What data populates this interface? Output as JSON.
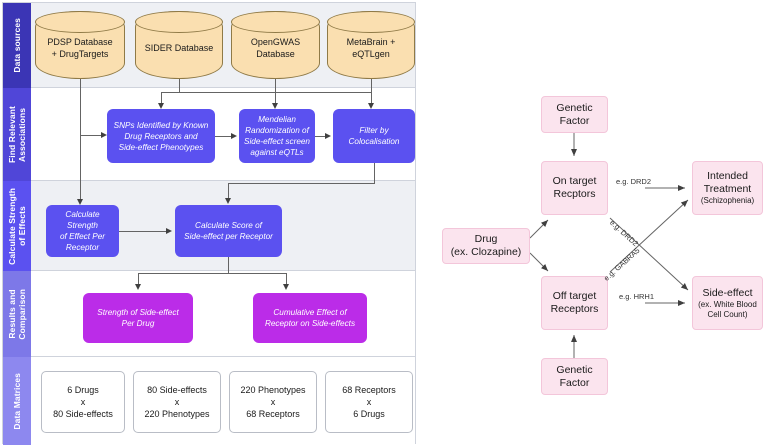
{
  "left_panel": {
    "bands": [
      {
        "id": "data-sources",
        "label": "Data sources"
      },
      {
        "id": "find-relevant",
        "label": "Find Relevant\nAssociations"
      },
      {
        "id": "calculate-strength",
        "label": "Calculate Strength\nof Effects"
      },
      {
        "id": "results",
        "label": "Results and\nComparison"
      },
      {
        "id": "data-matrices",
        "label": "Data Matrices"
      }
    ],
    "data_sources": [
      {
        "id": "pdsp",
        "label": "PDSP Database\n+ DrugTargets"
      },
      {
        "id": "sider",
        "label": "SIDER Database"
      },
      {
        "id": "opengwas",
        "label": "OpenGWAS\nDatabase"
      },
      {
        "id": "metabrain",
        "label": "MetaBrain +\neQTLgen"
      }
    ],
    "associations": [
      {
        "id": "snps",
        "label": "SNPs Identified by Known\nDrug Receptors and\nSide-effect Phenotypes"
      },
      {
        "id": "mendelian",
        "label": "Mendelian\nRandomization of\nSide-effect screen\nagainst eQTLs"
      },
      {
        "id": "coloc",
        "label": "Filter by\nColocalisation"
      }
    ],
    "strength": [
      {
        "id": "effect-per-receptor",
        "label": "Calculate Strength\nof Effect Per\nReceptor"
      },
      {
        "id": "score-per-receptor",
        "label": "Calculate Score of\nSide-effect per Receptor"
      }
    ],
    "results": [
      {
        "id": "strength-per-drug",
        "label": "Strength of Side-effect\nPer Drug"
      },
      {
        "id": "cumulative-effect",
        "label": "Cumulative Effect of\nReceptor on Side-effects"
      }
    ],
    "matrices": [
      {
        "id": "m1",
        "label": "6 Drugs\nx\n80 Side-effects"
      },
      {
        "id": "m2",
        "label": "80 Side-effects\nx\n220 Phenotypes"
      },
      {
        "id": "m3",
        "label": "220 Phenotypes\nx\n68 Receptors"
      },
      {
        "id": "m4",
        "label": "68 Receptors\nx\n6 Drugs"
      }
    ]
  },
  "right_diagram": {
    "nodes": [
      {
        "id": "genetic-factor-top",
        "title": "Genetic\nFactor",
        "subtitle": ""
      },
      {
        "id": "on-target-receptors",
        "title": "On target\nRecptors",
        "subtitle": ""
      },
      {
        "id": "intended-treatment",
        "title": "Intended\nTreatment",
        "subtitle": "(Schizophenia)"
      },
      {
        "id": "drug",
        "title": "Drug",
        "subtitle": "(ex. Clozapine)"
      },
      {
        "id": "off-target-receptors",
        "title": "Off target\nReceptors",
        "subtitle": ""
      },
      {
        "id": "side-effect",
        "title": "Side-effect",
        "subtitle": "(ex. White Blood\nCell Count)"
      },
      {
        "id": "genetic-factor-bottom",
        "title": "Genetic\nFactor",
        "subtitle": ""
      }
    ],
    "edge_labels": [
      {
        "id": "on-to-intended",
        "label": "e.g. DRD2"
      },
      {
        "id": "on-to-sideeffect",
        "label": "e.g. DRD2"
      },
      {
        "id": "off-to-intended",
        "label": "e.g. GABRA5"
      },
      {
        "id": "off-to-sideeffect",
        "label": "e.g. HRH1"
      }
    ]
  },
  "colors": {
    "band_1": "#3b35b5",
    "band_2": "#5046d8",
    "band_3": "#5b51f0",
    "band_4": "#7d78e8",
    "band_5": "#8d88ef",
    "cylinder_fill": "#fadfb0",
    "process_blue": "#5b51f0",
    "process_magenta": "#bb2ce8",
    "pink_fill": "#fbe4ee",
    "pink_border": "#f3c6da",
    "row_gray": "#eef0f4",
    "connector": "#646464"
  }
}
